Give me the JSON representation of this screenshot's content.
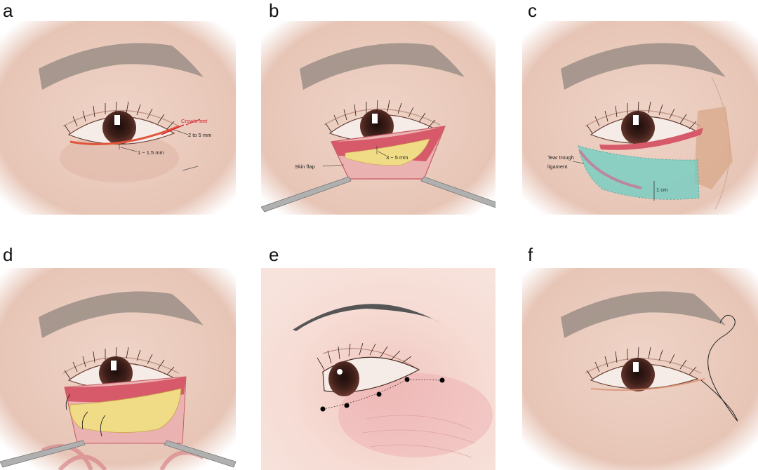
{
  "panels": {
    "a": {
      "letter": "a",
      "labels": {
        "crows_feet": "Crow's feet",
        "lateral": "2 to 5 mm",
        "margin": "1 ~ 1.5 mm"
      }
    },
    "b": {
      "letter": "b",
      "labels": {
        "skin_flap": "Skin flap",
        "depth": "3 ~ 5 mm"
      }
    },
    "c": {
      "letter": "c",
      "labels": {
        "tear_trough_1": "Tear trough",
        "tear_trough_2": "ligament",
        "distance": "1 cm"
      }
    },
    "d": {
      "letter": "d"
    },
    "e": {
      "letter": "e"
    },
    "f": {
      "letter": "f"
    }
  },
  "colors": {
    "skin": "#efd3c6",
    "muscle": "#d65a6a",
    "fat": "#f0dc86",
    "ligament_zone": "#6cd0c4",
    "brow": "#9b8e86"
  }
}
